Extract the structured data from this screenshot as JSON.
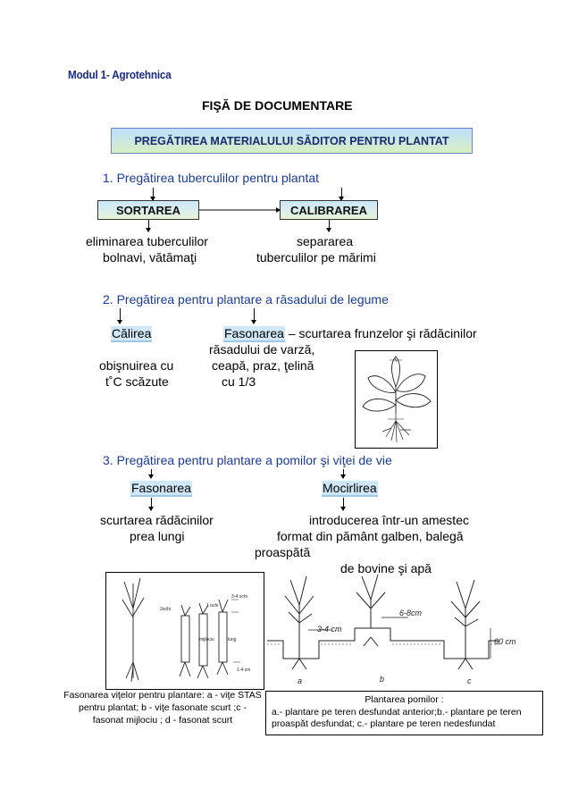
{
  "header": {
    "module": "Modul 1- Agrotehnica",
    "title": "FIŞĂ DE DOCUMENTARE",
    "banner": "PREGĂTIREA MATERIALULUI SĂDITOR PENTRU PLANTAT"
  },
  "section1": {
    "heading": "1.  Pregătirea tuberculilor pentru plantat",
    "box_left": "SORTAREA",
    "box_right": "CALIBRAREA",
    "left_line1": "eliminarea tuberculilor",
    "left_line2": "bolnavi, vătămaţi",
    "right_line1": "separarea",
    "right_line2": "tuberculilor pe mărimi"
  },
  "section2": {
    "heading": "2. Pregătirea pentru plantare a răsadului de legume",
    "left_term": "Călirea",
    "right_term": "Fasonarea",
    "right_def1": " – scurtarea frunzelor şi rădăcinilor",
    "right_def2": "răsadului de varză,",
    "right_def3": "ceapă, praz, ţelină",
    "right_def4": "cu 1/3",
    "left_def1": "obişnuirea cu",
    "left_def2": "t˚C scăzute"
  },
  "section3": {
    "heading": "3. Pregătirea pentru  plantare a pomilor şi viţei de vie",
    "left_term": "Fasonarea",
    "right_term": "Mocirlirea",
    "left_def1": "scurtarea rădăcinilor",
    "left_def2": "prea lungi",
    "right_def1": "introducerea într-un amestec",
    "right_def2": "format din pământ galben, balegă",
    "right_def3": "proaspătă",
    "right_def4": "de bovine şi apă"
  },
  "figures": {
    "vine_labels": [
      "3-4 ochi",
      "2ochi",
      "1 ochi",
      "mijlociu",
      "lung",
      "1-4 cm"
    ],
    "tree_labels": [
      "3-4 cm",
      "6-8cm",
      "60 cm",
      "a",
      "b",
      "c"
    ],
    "caption_left": "Fasonarea viţelor pentru plantare: a - viţe STAS pentru plantat; b - viţe fasonate scurt ;c - fasonat mijlociu ; d - fasonat scurt",
    "caption_right_title": "Plantarea pomilor :",
    "caption_right_body": "a.- plantare pe teren desfundat anterior;b.- plantare pe teren proaspăt desfundat; c.- plantare pe teren nedesfundat"
  }
}
